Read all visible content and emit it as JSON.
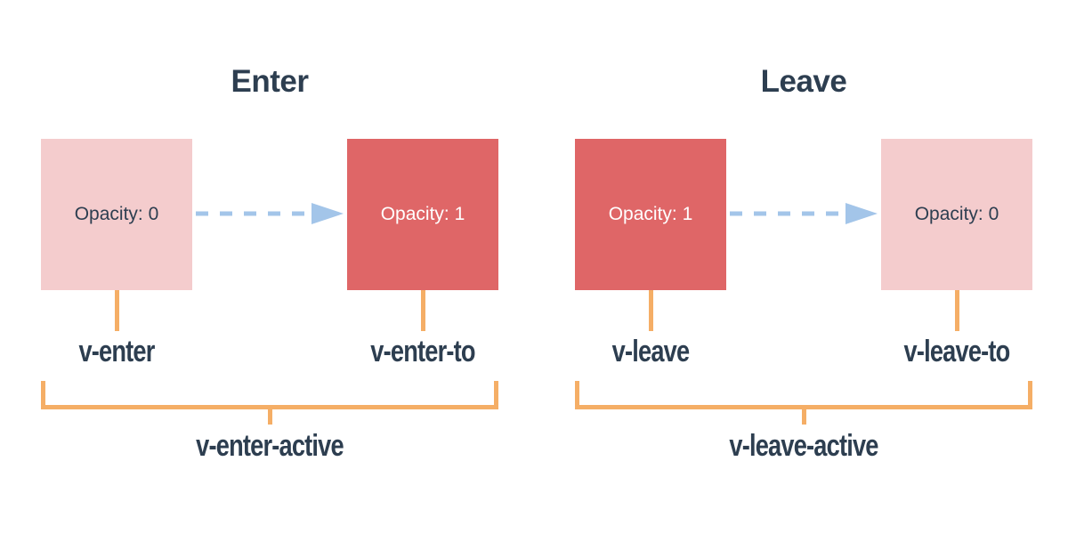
{
  "panels": [
    {
      "title": "Enter",
      "boxes": [
        {
          "text": "Opacity: 0",
          "style": "light"
        },
        {
          "text": "Opacity: 1",
          "style": "solid"
        }
      ],
      "labels": {
        "from": "v-enter",
        "to": "v-enter-to",
        "active": "v-enter-active"
      }
    },
    {
      "title": "Leave",
      "boxes": [
        {
          "text": "Opacity: 1",
          "style": "solid"
        },
        {
          "text": "Opacity: 0",
          "style": "light"
        }
      ],
      "labels": {
        "from": "v-leave",
        "to": "v-leave-to",
        "active": "v-leave-active"
      }
    }
  ],
  "colors": {
    "box_light": "#f4cccd",
    "box_solid": "#df6667",
    "arrow_blue": "#a3c5e9",
    "bracket_orange": "#f5ae66",
    "text_dark": "#2d3e50",
    "text_on_solid": "#ffffff"
  }
}
